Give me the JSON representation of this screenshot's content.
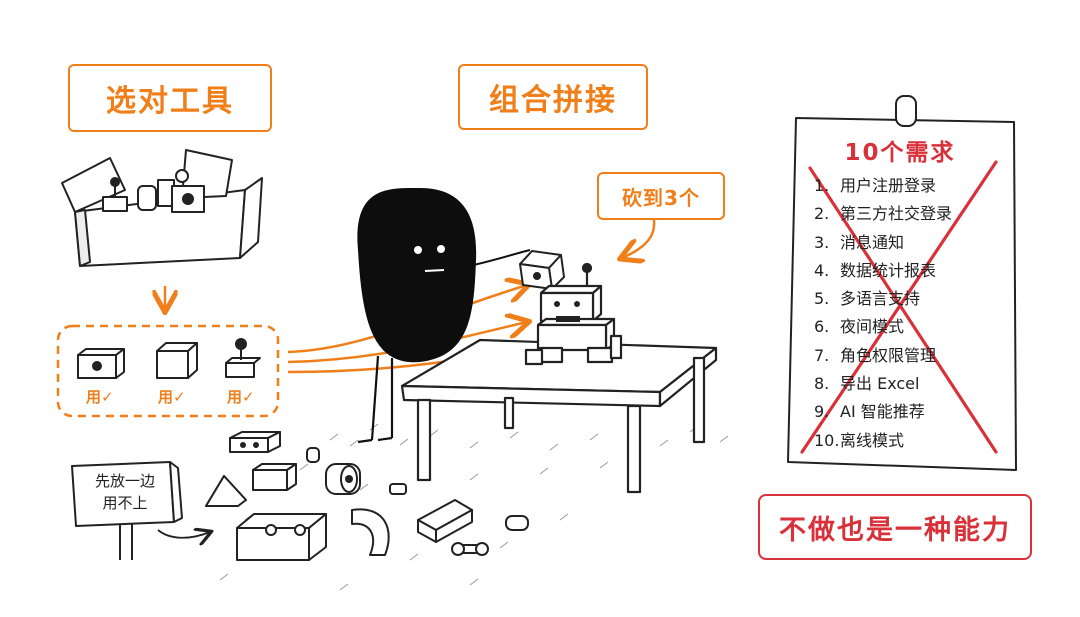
{
  "labels": {
    "choose_tools": "选对工具",
    "combine": "组合拼接",
    "cut_to": "砍到3个",
    "set_aside": "先放一边",
    "not_used": "用不上",
    "restraint": "不做也是一种能力"
  },
  "tools": [
    {
      "label": "用✓",
      "icon": "box-with-hole-icon"
    },
    {
      "label": "用✓",
      "icon": "cube-icon"
    },
    {
      "label": "用✓",
      "icon": "joystick-icon"
    }
  ],
  "requirements": {
    "title": "10个需求",
    "items": [
      {
        "num": "1.",
        "text": "用户注册登录"
      },
      {
        "num": "2.",
        "text": "第三方社交登录"
      },
      {
        "num": "3.",
        "text": "消息通知"
      },
      {
        "num": "4.",
        "text": "数据统计报表"
      },
      {
        "num": "5.",
        "text": "多语言支持"
      },
      {
        "num": "6.",
        "text": "夜间模式"
      },
      {
        "num": "7.",
        "text": "角色权限管理"
      },
      {
        "num": "8.",
        "text": "导出 Excel"
      },
      {
        "num": "9.",
        "text": "AI 智能推荐"
      },
      {
        "num": "10.",
        "text": "离线模式"
      }
    ]
  },
  "colors": {
    "accent_orange": "#f07f1a",
    "accent_red": "#d8313a",
    "ink": "#222222",
    "character": "#0d0d0d"
  }
}
